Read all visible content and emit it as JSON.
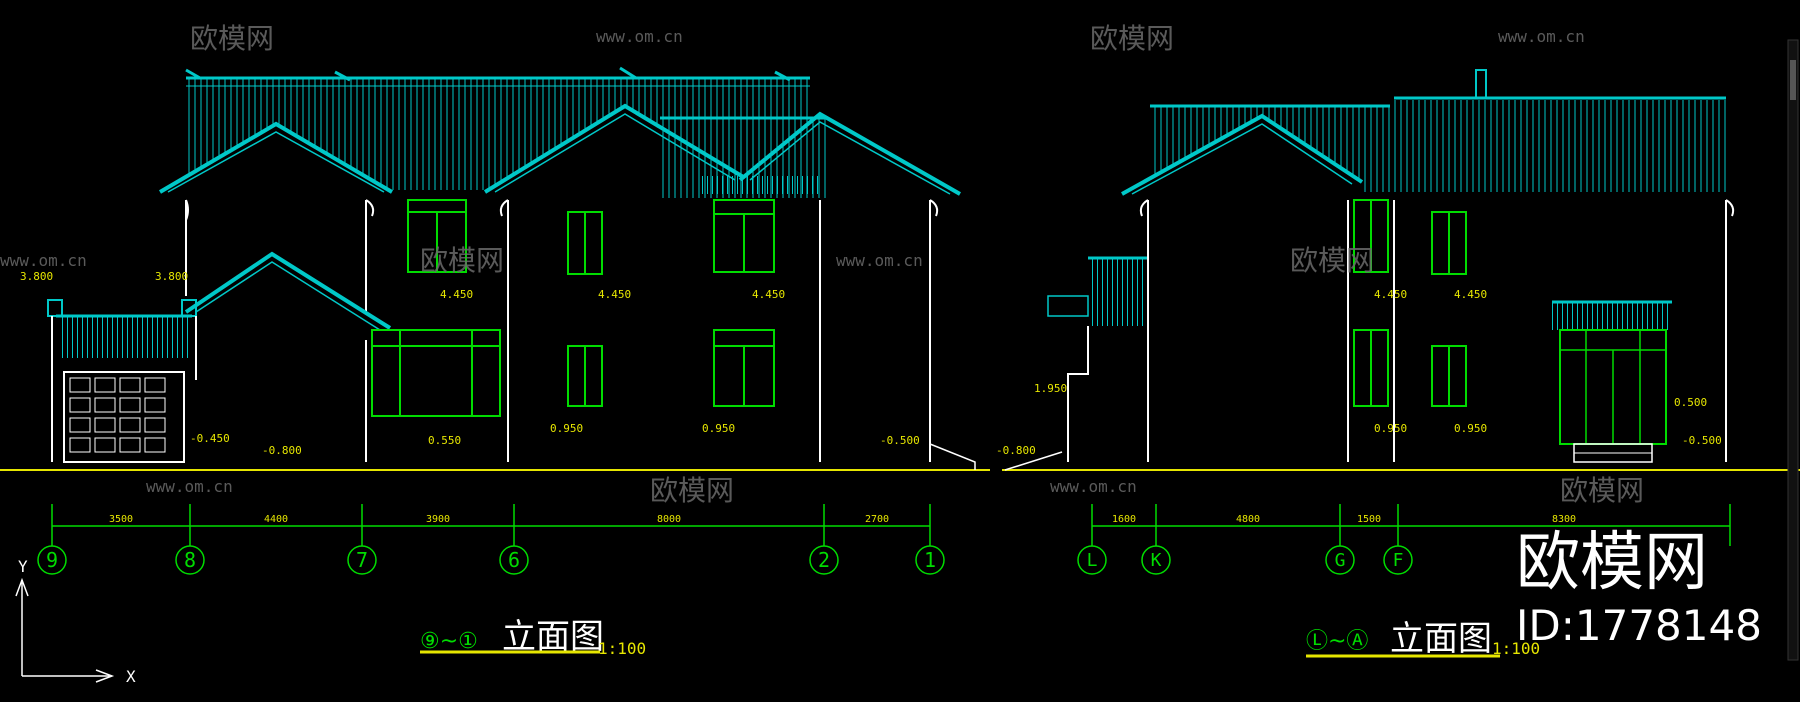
{
  "watermark": {
    "brand": "欧模网",
    "url": "www.om.cn",
    "big_brand": "欧模网",
    "id_label": "ID:1778148"
  },
  "axes_marker": {
    "x": "X",
    "y": "Y"
  },
  "colors": {
    "background": "#000000",
    "roof": "#00c8c8",
    "walls": "#ffffff",
    "windows": "#00dc00",
    "ground": "#e6e600",
    "grid": "#00dc00",
    "text": "#e6e600",
    "watermark": "#6a6a6a"
  },
  "left_view": {
    "title_axis": "⑨~①",
    "title_text": "立面图",
    "scale": "1:100",
    "elevations": [
      "3.800",
      "3.800",
      "4.450",
      "4.450",
      "4.450",
      "-0.450",
      "-0.800",
      "0.550",
      "0.950",
      "0.950",
      "-0.500"
    ],
    "dimensions": [
      "3500",
      "4400",
      "3900",
      "8000",
      "2700"
    ],
    "grid_labels": [
      "9",
      "8",
      "7",
      "6",
      "2",
      "1"
    ]
  },
  "right_view": {
    "title_axis": "Ⓛ~Ⓐ",
    "title_text": "立面图",
    "scale": "1:100",
    "elevations": [
      "1.950",
      "-0.800",
      "4.450",
      "4.450",
      "0.950",
      "0.950",
      "0.500",
      "-0.500"
    ],
    "dimensions": [
      "1600",
      "4800",
      "1500",
      "8300"
    ],
    "grid_labels": [
      "L",
      "K",
      "G",
      "F"
    ]
  }
}
